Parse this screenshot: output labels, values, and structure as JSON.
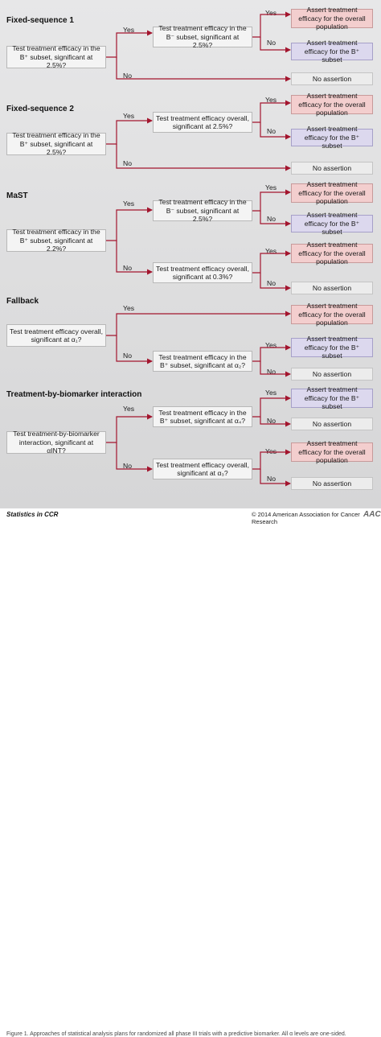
{
  "sections": [
    {
      "title": "Fixed-sequence 1"
    },
    {
      "title": "Fixed-sequence 2"
    },
    {
      "title": "MaST"
    },
    {
      "title": "Fallback"
    },
    {
      "title": "Treatment-by-biomarker interaction"
    }
  ],
  "questions": {
    "fs1_root": "Test treatment efficacy in the B⁺ subset, significant at 2.5%?",
    "fs1_second": "Test treatment efficacy in the B⁻ subset, significant at 2.5%?",
    "fs2_root": "Test treatment efficacy in the B⁺ subset, significant at 2.5%?",
    "fs2_second": "Test treatment efficacy overall, significant at 2.5%?",
    "mast_root": "Test treatment efficacy in the B⁺ subset, significant at 2.2%?",
    "mast_yes": "Test treatment efficacy in the B⁻ subset, significant at 2.5%?",
    "mast_no": "Test treatment efficacy overall, significant at 0.3%?",
    "fb_root": "Test treatment efficacy overall, significant at α₁?",
    "fb_no": "Test treatment efficacy in the B⁺ subset, significant at α₂?",
    "int_root": "Test treatment-by-biomarker interaction, significant at αINT?",
    "int_yes": "Test treatment efficacy in the B⁺ subset, significant at α₄?",
    "int_no": "Test treatment efficacy overall, significant at α₃?"
  },
  "results": {
    "overall": "Assert treatment efficacy for the overall population",
    "bplus": "Assert treatment efficacy for the B⁺ subset",
    "none": "No assertion"
  },
  "labels": {
    "yes": "Yes",
    "no": "No"
  },
  "footer": {
    "left": "Statistics in CCR",
    "right": "© 2014 American Association for Cancer Research",
    "logo": "AACR",
    "caption": "Figure 1. Approaches of statistical analysis plans for randomized all phase III trials with a predictive biomarker. All α levels are one-sided."
  },
  "colors": {
    "arrow": "#a3152e",
    "overall_fill": "#f3cece",
    "bplus_fill": "#dcd8ee",
    "none_fill": "#ececec"
  }
}
